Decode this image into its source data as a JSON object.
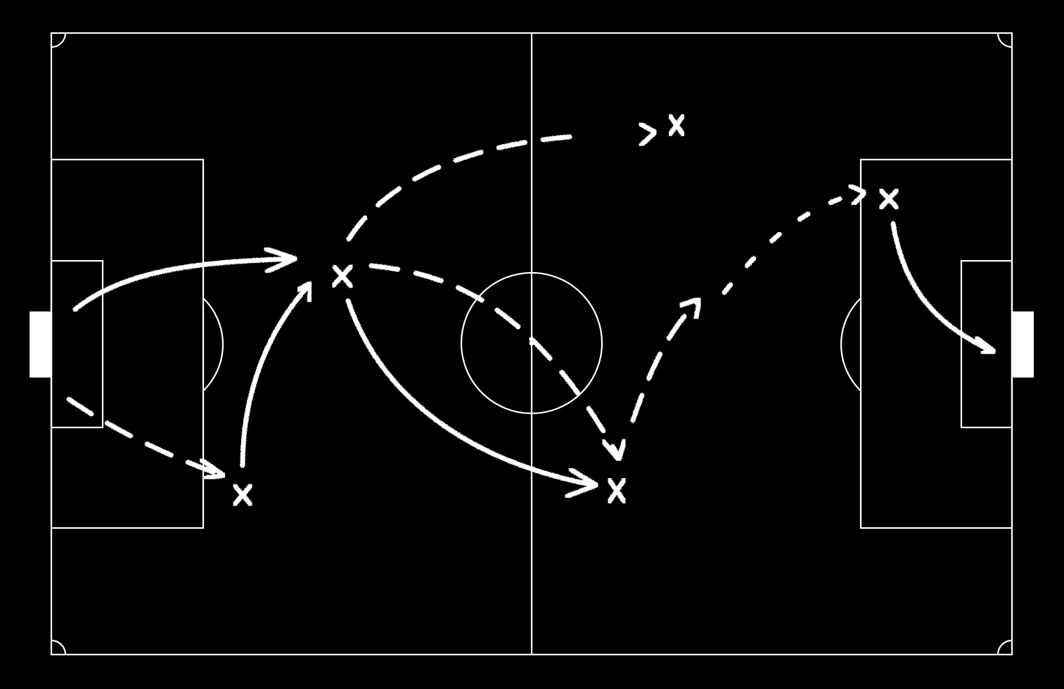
{
  "diagram": {
    "background_color": "#000000",
    "line_color": "#ffffff",
    "players": [
      {
        "id": "p1",
        "mark": "x"
      },
      {
        "id": "p2",
        "mark": "x"
      },
      {
        "id": "p3",
        "mark": "x"
      },
      {
        "id": "p4",
        "mark": "x"
      },
      {
        "id": "p5",
        "mark": "x"
      }
    ],
    "movements": [
      {
        "id": "m1",
        "style": "solid"
      },
      {
        "id": "m2",
        "style": "dashed"
      },
      {
        "id": "m3",
        "style": "solid"
      },
      {
        "id": "m4",
        "style": "dashed"
      },
      {
        "id": "m5",
        "style": "dashed"
      },
      {
        "id": "m6",
        "style": "solid"
      },
      {
        "id": "m7",
        "style": "dashed"
      },
      {
        "id": "m8",
        "style": "dotted"
      },
      {
        "id": "m9",
        "style": "solid"
      }
    ]
  }
}
